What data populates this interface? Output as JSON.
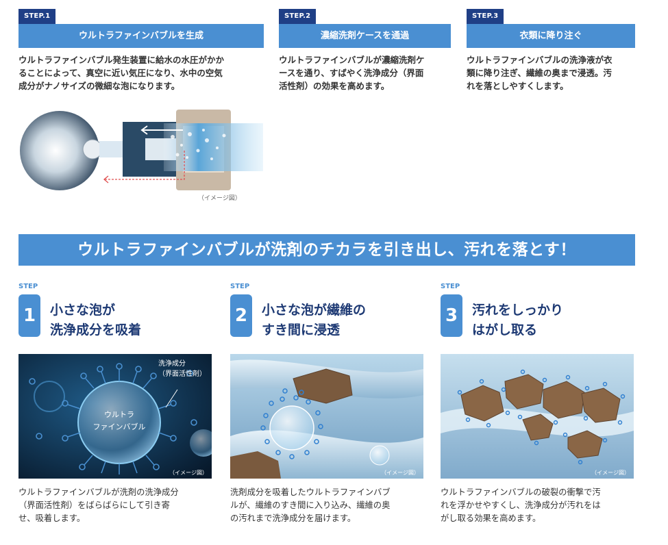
{
  "top_steps": [
    {
      "tag": "STEP.1",
      "title": "ウルトラファインバブルを生成",
      "lines": [
        "ウルトラファインバブル発生装置に給水の水圧がかか",
        "ることによって、真空に近い気圧になり、水中の空気",
        "成分がナノサイズの微細な泡になります。"
      ]
    },
    {
      "tag": "STEP.2",
      "title": "濃縮洗剤ケースを通過",
      "lines": [
        "ウルトラファインバブルが濃縮洗剤ケ",
        "ースを通り、すばやく洗浄成分（界面",
        "活性剤）の効果を高めます。"
      ]
    },
    {
      "tag": "STEP.3",
      "title": "衣類に降り注ぐ",
      "lines": [
        "ウルトラファインバブルの洗浄液が衣",
        "類に降り注ぎ、繊維の奥まで浸透。汚",
        "れを落としやすくします。"
      ]
    }
  ],
  "diagram_caption": "（イメージ図）",
  "banner": "ウルトラファインバブルが洗剤のチカラを引き出し、汚れを落とす！",
  "lower_steps": [
    {
      "word": "STEP",
      "number": "1",
      "title_lines": [
        "小さな泡が",
        "洗浄成分を吸着"
      ],
      "image_labels": {
        "component": "洗浄成分",
        "component_sub": "（界面活性剤）",
        "bubble_1": "ウルトラ",
        "bubble_2": "ファインバブル",
        "caption": "（イメージ図）"
      },
      "lines": [
        "ウルトラファインバブルが洗剤の洗浄成分",
        "（界面活性剤）をばらばらにして引き寄",
        "せ、吸着します。"
      ]
    },
    {
      "word": "STEP",
      "number": "2",
      "title_lines": [
        "小さな泡が繊維の",
        "すき間に浸透"
      ],
      "image_labels": {
        "caption": "（イメージ図）"
      },
      "lines": [
        "洗剤成分を吸着したウルトラファインバブ",
        "ルが、繊維のすき間に入り込み、繊維の奥",
        "の汚れまで洗浄成分を届けます。"
      ]
    },
    {
      "word": "STEP",
      "number": "3",
      "title_lines": [
        "汚れをしっかり",
        "はがし取る"
      ],
      "image_labels": {
        "caption": "（イメージ図）"
      },
      "lines": [
        "ウルトラファインバブルの破裂の衝撃で汚",
        "れを浮かせやすくし、洗浄成分が汚れをは",
        "がし取る効果を高めます。"
      ]
    }
  ],
  "colors": {
    "primary": "#4a8fd2",
    "navy": "#1f3f86",
    "title_navy": "#1e3a74"
  }
}
